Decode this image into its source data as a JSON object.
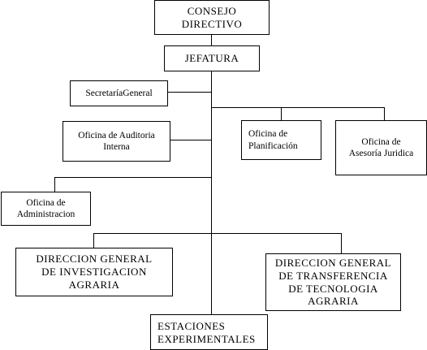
{
  "nodes": {
    "consejo_directivo": [
      "CONSEJO",
      "DIRECTIVO"
    ],
    "jefatura": [
      "JEFATURA"
    ],
    "secretaria_general": [
      "SecretaríaGeneral"
    ],
    "oficina_auditoria": [
      "Oficina de Auditoria",
      "Interna"
    ],
    "oficina_planificacion": [
      "Oficina de",
      "Planificación"
    ],
    "oficina_asesoria": [
      "Oficina de",
      "Asesoría Juridica"
    ],
    "oficina_administracion": [
      "Oficina de",
      "Administracion"
    ],
    "direccion_investigacion": [
      "DIRECCION GENERAL",
      "DE INVESTIGACION",
      "AGRARIA"
    ],
    "direccion_transferencia": [
      "DIRECCION GENERAL",
      "DE TRANSFERENCIA",
      "DE TECNOLOGIA",
      "AGRARIA"
    ],
    "estaciones_experimentales": [
      "ESTACIONES",
      "EXPERIMENTALES"
    ]
  }
}
